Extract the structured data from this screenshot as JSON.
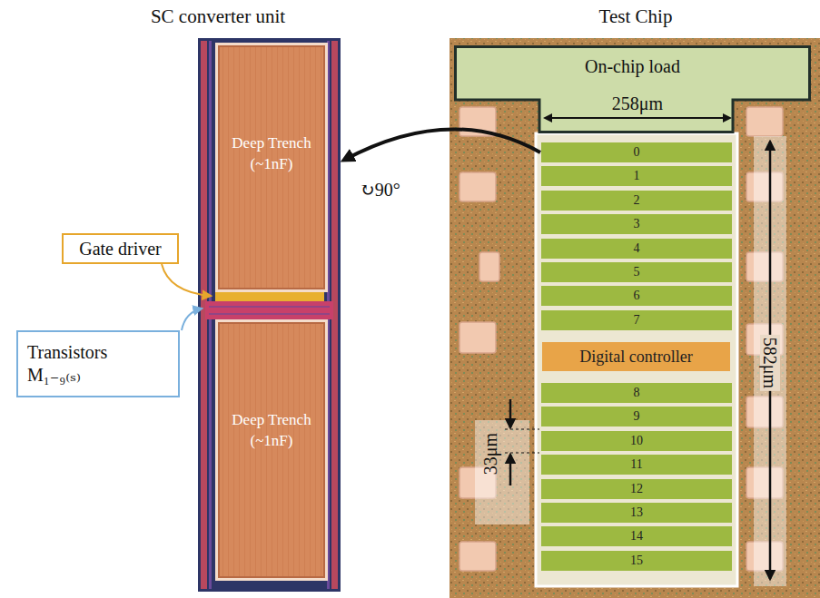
{
  "diagram": {
    "nodes": [
      {
        "text": [
          "SC converter unit"
        ]
      },
      {
        "text": [
          "Deep Trench (~1nF)"
        ],
        "in": 0
      },
      {
        "text": [
          "Deep Trench (~1nF)"
        ],
        "in": 0
      },
      {
        "text": [
          "Gate driver"
        ]
      },
      {
        "text": [
          "Transistors M₁₋₉₍ₛ₎"
        ]
      },
      {
        "text": [
          "Test Chip"
        ]
      },
      {
        "text": [
          "On-chip load"
        ],
        "in": 5
      },
      {
        "text": [
          "0"
        ],
        "in": 5
      },
      {
        "text": [
          "1"
        ],
        "in": 5
      },
      {
        "text": [
          "2"
        ],
        "in": 5
      },
      {
        "text": [
          "3"
        ],
        "in": 5
      },
      {
        "text": [
          "4"
        ],
        "in": 5
      },
      {
        "text": [
          "5"
        ],
        "in": 5
      },
      {
        "text": [
          "6"
        ],
        "in": 5
      },
      {
        "text": [
          "7"
        ],
        "in": 5
      },
      {
        "text": [
          "Digital controller"
        ],
        "in": 5
      },
      {
        "text": [
          "8"
        ],
        "in": 5
      },
      {
        "text": [
          "9"
        ],
        "in": 5
      },
      {
        "text": [
          "10"
        ],
        "in": 5
      },
      {
        "text": [
          "11"
        ],
        "in": 5
      },
      {
        "text": [
          "12"
        ],
        "in": 5
      },
      {
        "text": [
          "13"
        ],
        "in": 5
      },
      {
        "text": [
          "14"
        ],
        "in": 5
      },
      {
        "text": [
          "15"
        ],
        "in": 5
      }
    ],
    "edges": [
      {
        "from": 7,
        "to": 0,
        "arrow": "to",
        "label": "↻90°"
      }
    ],
    "labels": [
      "258μm",
      "33μm",
      "582μm"
    ]
  }
}
